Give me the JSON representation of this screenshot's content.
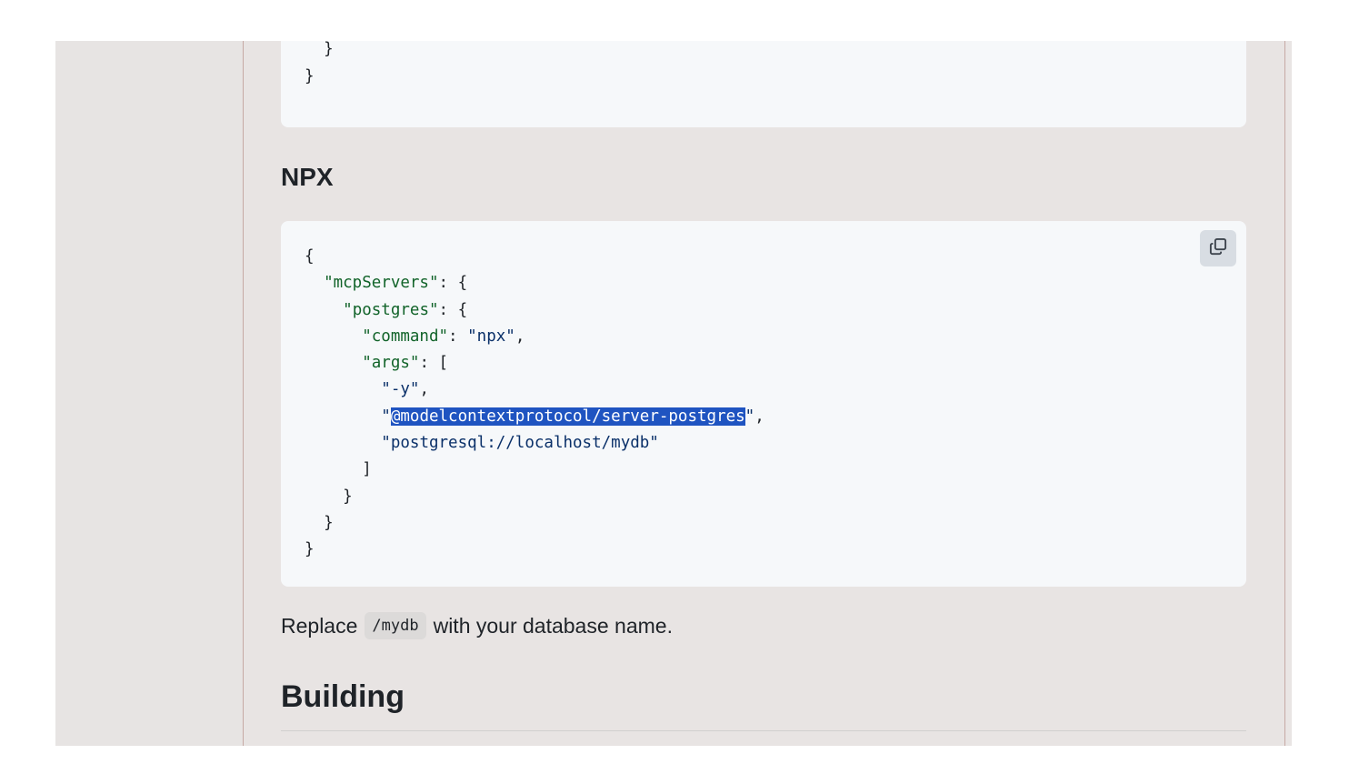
{
  "top_code": {
    "lines": [
      "    }",
      "  }",
      "}"
    ]
  },
  "npx_section": {
    "heading": "NPX",
    "code": {
      "l1": "{",
      "l2_key": "\"mcpServers\"",
      "l2_rest": ": {",
      "l3_key": "\"postgres\"",
      "l3_rest": ": {",
      "l4_key": "\"command\"",
      "l4_colon": ": ",
      "l4_val": "\"npx\"",
      "l4_end": ",",
      "l5_key": "\"args\"",
      "l5_rest": ": [",
      "l6_val": "\"-y\"",
      "l6_end": ",",
      "l7_q1": "\"",
      "l7_selected": "@modelcontextprotocol/server-postgres",
      "l7_q2": "\"",
      "l7_end": ",",
      "l8_val": "\"postgresql://localhost/mydb\"",
      "l9": "]",
      "l10": "}",
      "l11": "}",
      "l12": "}"
    },
    "copy_icon": "copy-icon"
  },
  "note": {
    "before": "Replace",
    "code": "/mydb",
    "after": "with your database name."
  },
  "building_heading": "Building",
  "colors": {
    "string_key": "#116329",
    "string_value": "#0a3069",
    "selection": "#1f54c1"
  }
}
